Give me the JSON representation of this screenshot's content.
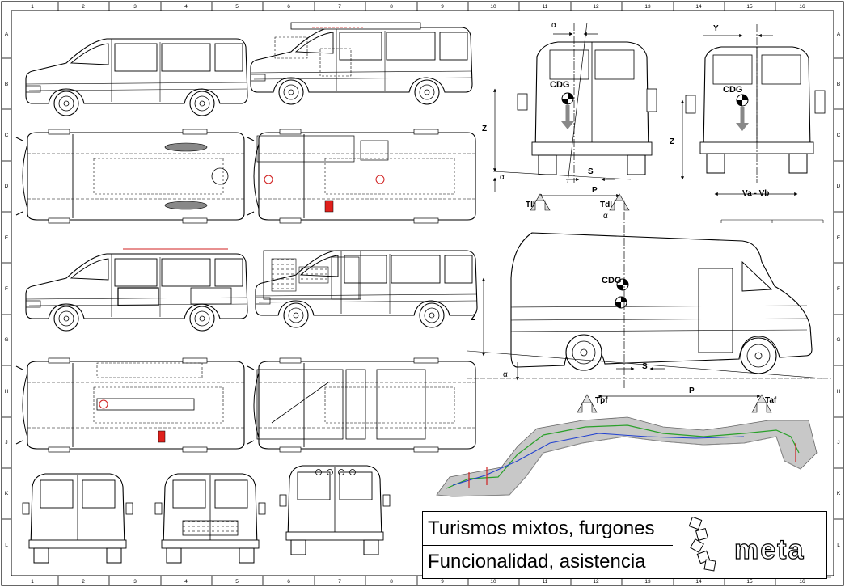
{
  "grid": {
    "columns": [
      "1",
      "2",
      "3",
      "4",
      "5",
      "6",
      "7",
      "8",
      "9",
      "10",
      "11",
      "12",
      "13",
      "14",
      "15",
      "16"
    ],
    "rows": [
      "A",
      "B",
      "C",
      "D",
      "E",
      "F",
      "G",
      "H",
      "J",
      "K",
      "L"
    ]
  },
  "labels": {
    "alpha": "α",
    "cdg": "CDG",
    "y": "Y",
    "z": "Z",
    "s": "S",
    "p": "P",
    "tll": "Tll",
    "tdl": "Tdl",
    "va_vb": "Va - Vb",
    "tpf": "Tpf",
    "taf": "Taf"
  },
  "title_block": {
    "line1": "Turismos mixtos, furgones",
    "line2": "Funcionalidad, asistencia"
  },
  "logo": {
    "text": "meta"
  },
  "colors": {
    "line": "#000000",
    "extinguisher_red": "#e0201c",
    "duct_grey": "#b8b8b8",
    "pipe_blue": "#1f3fd0",
    "pipe_green": "#2aa02a",
    "pipe_red": "#d02020"
  }
}
